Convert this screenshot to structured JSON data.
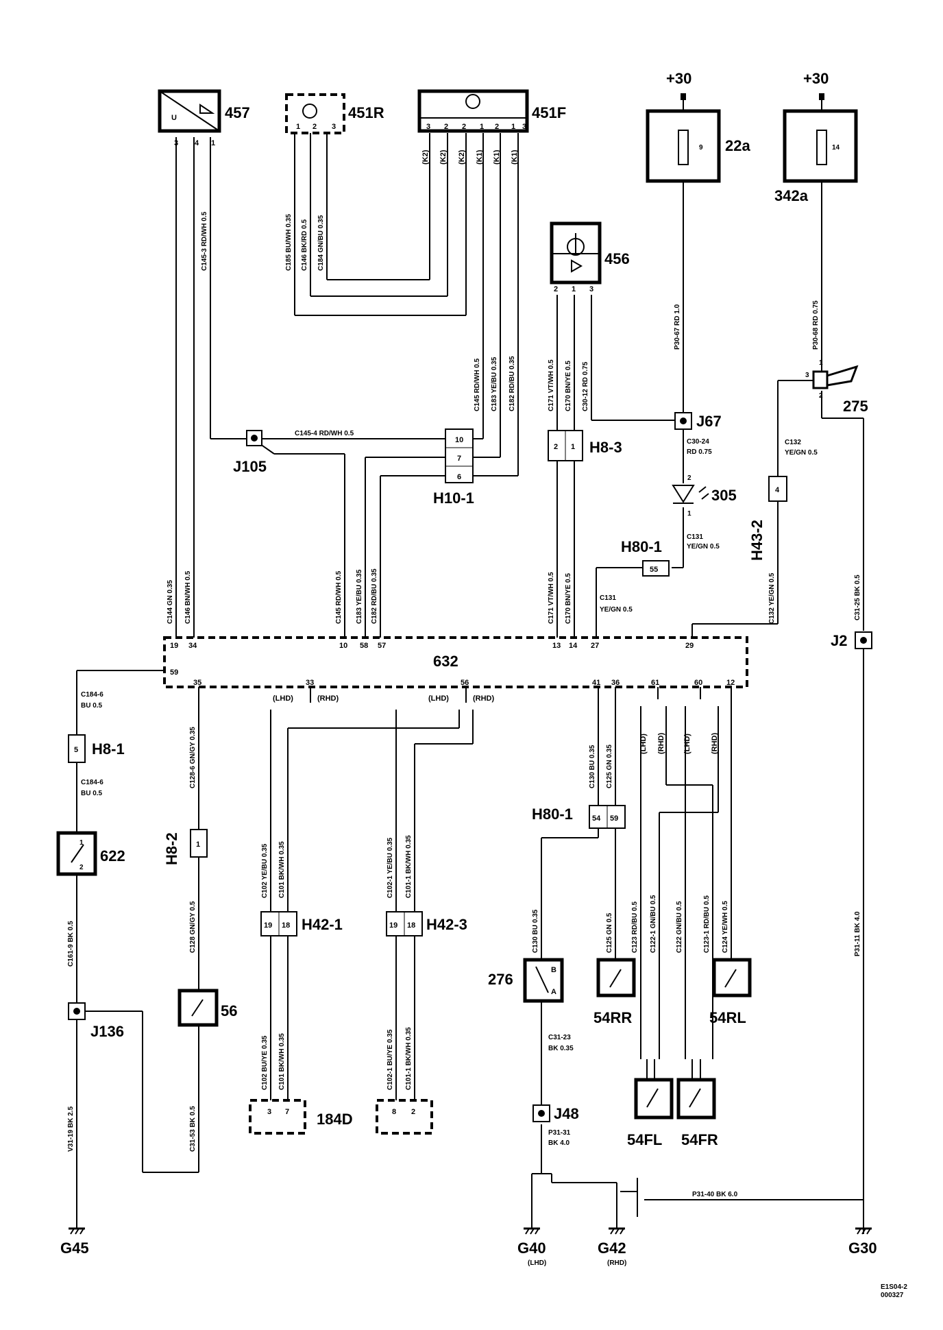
{
  "components": {
    "c457": "457",
    "c451R": "451R",
    "c451F": "451F",
    "c456": "456",
    "c22a": "22a",
    "c342a": "342a",
    "c632": "632",
    "c275": "275",
    "c305": "305",
    "c622": "622",
    "c56": "56",
    "c276": "276",
    "c54RR": "54RR",
    "c54RL": "54RL",
    "c54FL": "54FL",
    "c54FR": "54FR",
    "c184D": "184D"
  },
  "supply": {
    "p30a": "+30",
    "p30b": "+30",
    "fuse9": "9",
    "fuse14": "14"
  },
  "connectors": {
    "H10_1": "H10-1",
    "H8_3": "H8-3",
    "H80_1a": "H80-1",
    "H80_1b": "H80-1",
    "H43_2": "H43-2",
    "H8_1": "H8-1",
    "H8_2": "H8-2",
    "H42_1": "H42-1",
    "H42_3": "H42-3"
  },
  "junctions": {
    "J105": "J105",
    "J67": "J67",
    "J2": "J2",
    "J136": "J136",
    "J48": "J48"
  },
  "grounds": {
    "G45": "G45",
    "G40": "G40",
    "G40_note": "(LHD)",
    "G42": "G42",
    "G42_note": "(RHD)",
    "G30": "G30"
  },
  "variants": {
    "lhd": "(LHD)",
    "rhd": "(RHD)"
  },
  "drawing_ref": {
    "line1": "E1S04-2",
    "line2": "000327"
  },
  "wires": {
    "w457_1": "C145-3   RD/WH   0.5",
    "w451_a": "C185   BU/WH   0.35",
    "w451_b": "C146   BK/RD   0.5",
    "w451_c": "C184   GN/BU   0.35",
    "w_c145": "C145   RD/WH   0.5",
    "w_c183": "C183   YE/BU   0.35",
    "w_c182": "C182   RD/BU   0.35",
    "w_c171": "C171   VT/WH   0.5",
    "w_c170": "C170   BN/YE   0.5",
    "w_c30_12": "C30-12   RD   0.75",
    "w_p30_67": "P30-67   RD   1.0",
    "w_p30_68": "P30-68   RD   0.75",
    "w_c145_4": "C145-4   RD/WH   0.5",
    "w_c30_24a": "C30-24",
    "w_c30_24b": "RD    0.75",
    "w_c132a": "C132",
    "w_c132b": "YE/GN    0.5",
    "w_c131a": "C131",
    "w_c131b": "YE/GN    0.5",
    "w_c131c": "C131",
    "w_c131d": "YE/GN    0.5",
    "w_c144": "C144   GN   0.35",
    "w_c146l": "C146   BN/WH   0.5",
    "w_c145l": "C145   RD/WH   0.5",
    "w_c183l": "C183   YE/BU   0.35",
    "w_c182l": "C182   RD/BU   0.35",
    "w_c171l": "C171   VT/WH   0.5",
    "w_c170l": "C170   BN/YE   0.5",
    "w_c132l": "C132   YE/GN   0.5",
    "w_c31_25": "C31-25   BK   0.5",
    "w_c184_6a": "C184-6",
    "w_c184_6b": "BU   0.5",
    "w_c184_6c": "C184-6",
    "w_c184_6d": "BU   0.5",
    "w_c128_6": "C128-6   GN/GY   0.35",
    "w_c128": "C128   GN/GY   0.5",
    "w_c161_9": "C161-9   BK   0.5",
    "w_v31_19": "V31-19   BK   2.5",
    "w_c31_53": "C31-53   BK   0.5",
    "w_c102": "C102   YE/BU   0.35",
    "w_c101": "C101   BK/WH   0.35",
    "w_c102_1": "C102-1   YE/BU   0.35",
    "w_c101_1": "C101-1   BK/WH   0.35",
    "w_c102b": "C102   BU/YE   0.35",
    "w_c101b": "C101   BK/WH   0.35",
    "w_c102_1b": "C102-1   BU/YE   0.35",
    "w_c101_1b": "C101-1   BK/WH   0.35",
    "w_c130": "C130   BU   0.35",
    "w_c125": "C125   GN   0.35",
    "w_c130b": "C130   BU   0.35",
    "w_c125b": "C125   GN   0.5",
    "w_c123": "C123   RD/BU   0.5",
    "w_c122_1": "C122-1   GN/BU   0.5",
    "w_c122": "C122   GN/BU   0.5",
    "w_c123_1": "C123-1   RD/BU   0.5",
    "w_c124": "C124   YE/WH   0.5",
    "w_p31_11": "P31-11   BK   4.0",
    "w_c31_23a": "C31-23",
    "w_c31_23b": "BK    0.35",
    "w_p31_31a": "P31-31",
    "w_p31_31b": "BK    4.0",
    "w_p31_40": "P31-40   BK   6.0"
  },
  "pins": {
    "p457": [
      "3",
      "4",
      "1"
    ],
    "p451R": [
      "1",
      "2",
      "3"
    ],
    "p451F": [
      "3",
      "2",
      "2",
      "1",
      "2",
      "1",
      "3"
    ],
    "k451F": [
      "(K2)",
      "(K2)",
      "(K2)",
      "(K1)",
      "(K1)",
      "(K1)"
    ],
    "p456": [
      "2",
      "1",
      "3"
    ],
    "pH10": [
      "10",
      "7",
      "6"
    ],
    "pH83": [
      "2",
      "1"
    ],
    "pH801a": "55",
    "pH432": "4",
    "pH81": "5",
    "pH82": "1",
    "pH421": [
      "19",
      "18"
    ],
    "pH423": [
      "19",
      "18"
    ],
    "pH801b": [
      "54",
      "59"
    ],
    "p632top": [
      "19",
      "34",
      "10",
      "58",
      "57",
      "13",
      "14",
      "27",
      "29"
    ],
    "p632bot": [
      "59",
      "35",
      "33",
      "56",
      "41",
      "36",
      "61",
      "60",
      "12"
    ],
    "p275": [
      "1",
      "3",
      "2"
    ],
    "p305": [
      "2",
      "1"
    ],
    "p622": [
      "1",
      "2"
    ],
    "p276": [
      "B",
      "A"
    ],
    "p184D": [
      "3",
      "7",
      "8",
      "2"
    ]
  }
}
